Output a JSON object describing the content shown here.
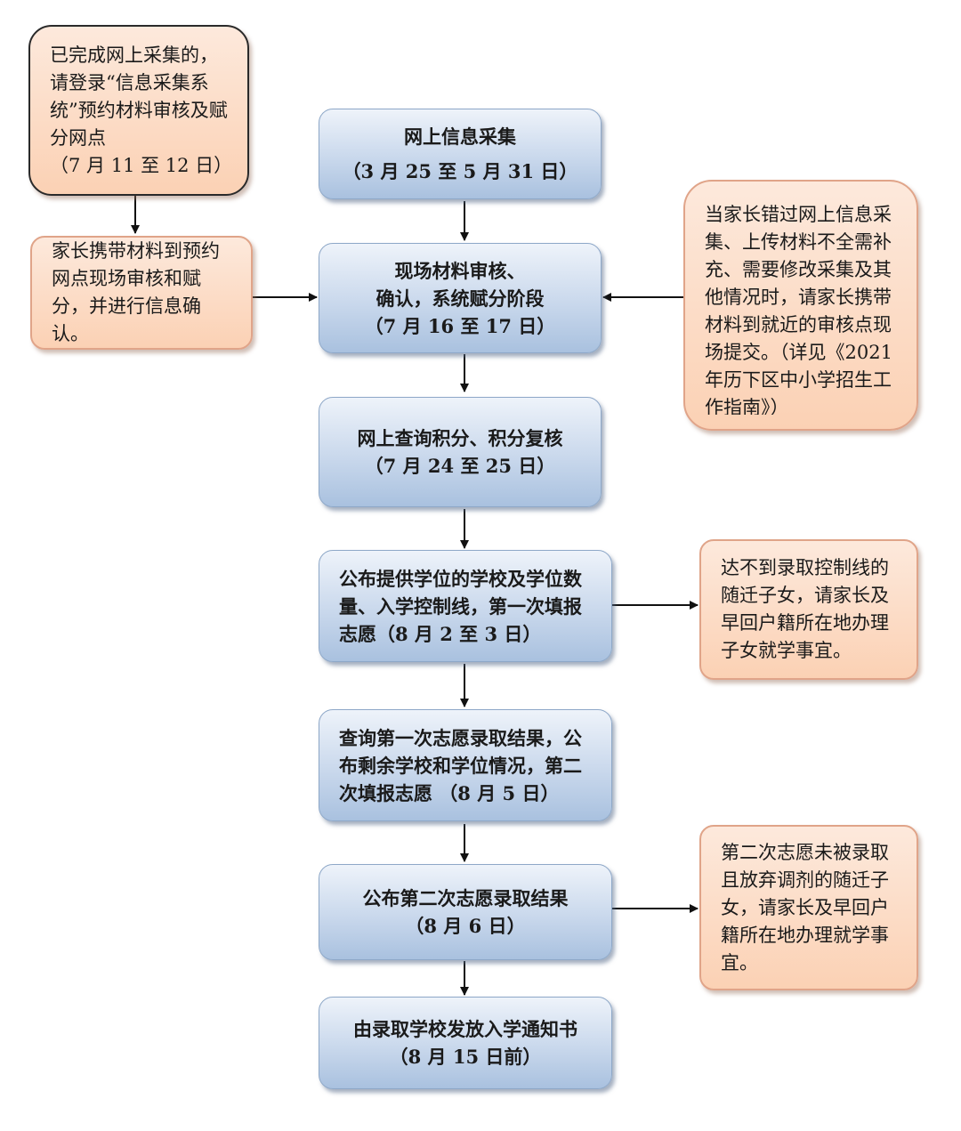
{
  "notes": {
    "prior_booking": "已完成网上采集的，请登录“信息采集系统”预约材料审核及赋分网点",
    "prior_booking_date": "（7 月 11 至 12 日）",
    "parent_visit": "家长携带材料到预约网点现场审核和赋分，并进行信息确认。",
    "missed_collection": "当家长错过网上信息采集、上传材料不全需补充、需要修改采集及其他情况时，请家长携带材料到就近的审核点现场提交。（详见《2021 年历下区中小学招生工作指南》）",
    "below_line": "达不到录取控制线的随迁子女，请家长及早回户籍所在地办理子女就学事宜。",
    "second_not_admitted": "第二次志愿未被录取且放弃调剂的随迁子女，请家长及早回户籍所在地办理就学事宜。"
  },
  "steps": {
    "s1": {
      "line1": "网上信息采集",
      "line2": "（3 月 25 至 5 月 31 日）"
    },
    "s2": {
      "line1": "现场材料审核、",
      "line2": "确认，系统赋分阶段",
      "line3": "（7 月 16 至 17 日）"
    },
    "s3": {
      "line1": "网上查询积分、积分复核",
      "line2": "（7 月 24 至 25 日）"
    },
    "s4": {
      "text": "公布提供学位的学校及学位数量、入学控制线，第一次填报志愿（8 月 2 至 3 日）"
    },
    "s5": {
      "text": "查询第一次志愿录取结果，公布剩余学校和学位情况，第二次填报志愿 （8 月 5 日）"
    },
    "s6": {
      "line1": "公布第二次志愿录取结果",
      "line2": "（8 月 6 日）"
    },
    "s7": {
      "line1": "由录取学校发放入学通知书",
      "line2": "（8 月 15 日前）"
    }
  },
  "colors": {
    "step_fill_top": "#eef3fa",
    "step_fill_bottom": "#a9c1df",
    "note_fill_top": "#fde9dc",
    "note_fill_bottom": "#fbd1b4",
    "arrow": "#111111"
  }
}
